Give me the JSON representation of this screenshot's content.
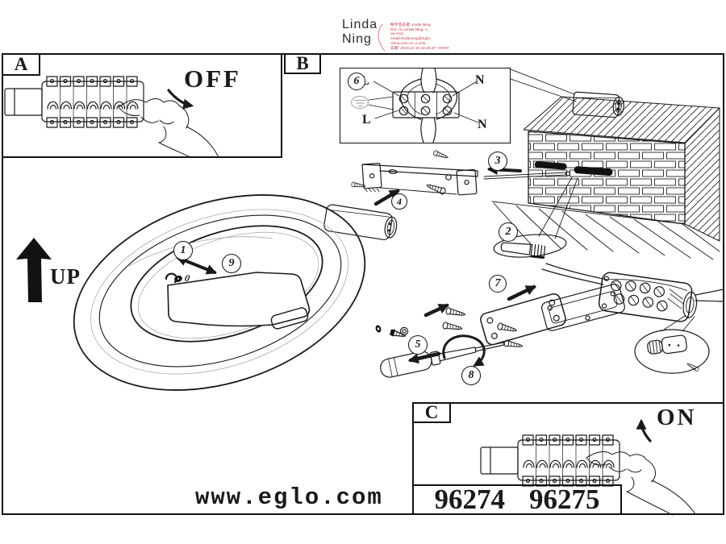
{
  "signature": {
    "line1": "Linda",
    "line2": "Ning",
    "stamp_lines": [
      "数字签名者: Linda Ning",
      "DN: cn=Linda Ning, o,",
      "ou=Ind,",
      "email=linda.ning@eglo-",
      "china.com.cn, c=CN",
      "日期: 2016.12.16 16:26:37 +08'00'"
    ]
  },
  "panels": {
    "a_label": "A",
    "b_label": "B",
    "c_label": "C",
    "off_label": "OFF",
    "on_label": "ON",
    "up_label": "UP"
  },
  "wiring": {
    "terminal_top_left": "L",
    "terminal_top_right": "N",
    "terminal_bottom_left": "L",
    "terminal_bottom_right": "N"
  },
  "steps": {
    "s1": "1",
    "s2": "2",
    "s3": "3",
    "s4": "4",
    "s5": "5",
    "s6": "6",
    "s7": "7",
    "s8": "8",
    "s9": "9"
  },
  "lamp": {
    "zero_mark": "0"
  },
  "footer": {
    "website": "www.eglo.com",
    "model_1": "96274",
    "model_2": "96275"
  },
  "colors": {
    "ink": "#1a1a1a",
    "stamp_red": "#c43344",
    "light_gray": "#999999"
  }
}
